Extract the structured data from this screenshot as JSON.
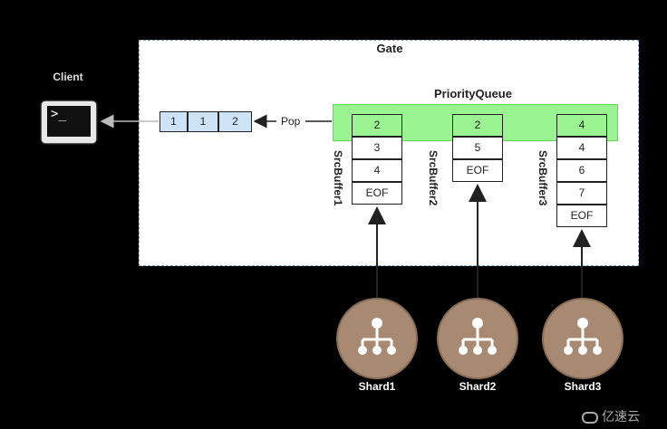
{
  "client": {
    "label": "Client"
  },
  "gate": {
    "label": "Gate"
  },
  "priority_queue": {
    "label": "PriorityQueue"
  },
  "pop": {
    "label": "Pop"
  },
  "output_queue": [
    "1",
    "1",
    "2"
  ],
  "buffers": [
    {
      "name": "SrcBuffer1",
      "head": "2",
      "items": [
        "3",
        "4",
        "EOF"
      ]
    },
    {
      "name": "SrcBuffer2",
      "head": "2",
      "items": [
        "5",
        "EOF"
      ]
    },
    {
      "name": "SrcBuffer3",
      "head": "4",
      "items": [
        "4",
        "6",
        "7",
        "EOF"
      ]
    }
  ],
  "shards": [
    {
      "label": "Shard1"
    },
    {
      "label": "Shard2"
    },
    {
      "label": "Shard3"
    }
  ],
  "watermark": "亿速云",
  "colors": {
    "queue_fill": "#cfe3f7",
    "pq_fill": "#8ef58a",
    "shard_fill": "#a88a72",
    "gate_border": "#7fa8c9"
  }
}
